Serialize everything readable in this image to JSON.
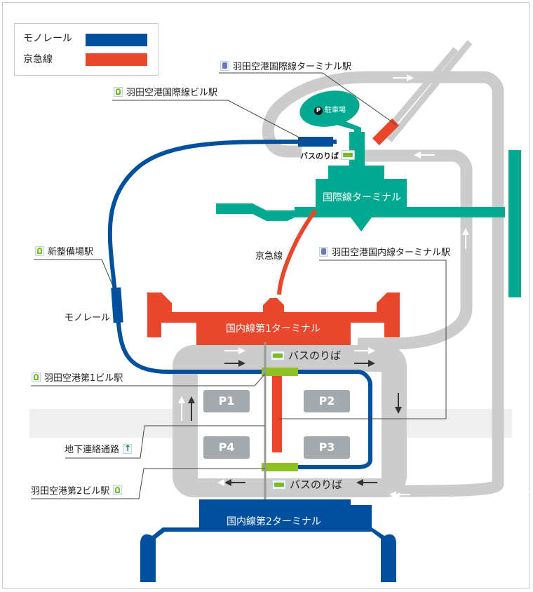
{
  "legend": {
    "items": [
      {
        "label": "モノレール",
        "color": "#00509e"
      },
      {
        "label": "京急線",
        "color": "#e8472b"
      }
    ]
  },
  "colors": {
    "monorail": "#00509e",
    "keikyu": "#e8472b",
    "international_terminal": "#00a98f",
    "road": "#cccccc",
    "parking": "#a4a9ae",
    "station_marker": "#8cc11f"
  },
  "terminals": {
    "international": "国際線ターミナル",
    "domestic1": "国内線第1ターミナル",
    "domestic2": "国内線第2ターミナル"
  },
  "stations": {
    "keikyu_intl": "羽田空港国際線ターミナル駅",
    "mono_intl": "羽田空港国際線ビル駅",
    "shin_seibijo": "新整備場駅",
    "keikyu_domestic": "羽田空港国内線ターミナル駅",
    "mono_t1": "羽田空港第1ビル駅",
    "mono_t2": "羽田空港第2ビル駅"
  },
  "labels": {
    "monorail_line": "モノレール",
    "keikyu_line": "京急線",
    "parking_lot": "駐車場",
    "parking_symbol": "P",
    "bus_stop": "バスのりば",
    "underground_passage": "地下連絡通路"
  },
  "parking_areas": [
    "P1",
    "P2",
    "P3",
    "P4"
  ]
}
